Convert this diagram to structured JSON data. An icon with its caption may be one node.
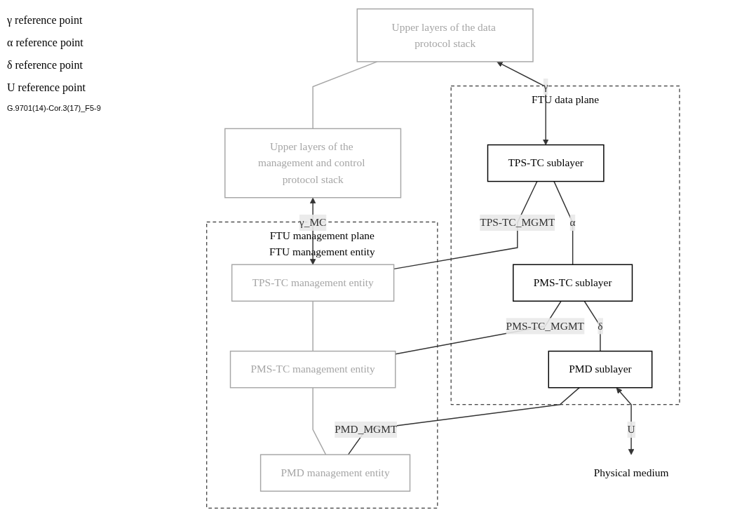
{
  "diagram": {
    "nodes": [
      {
        "text": [
          "Upper layers of the data protocol stack"
        ]
      },
      {
        "text": [
          "Upper layers of the management and control protocol stack"
        ]
      },
      {
        "text": [
          "FTU data plane"
        ]
      },
      {
        "text": [
          "TPS-TC sublayer"
        ],
        "in": 2
      },
      {
        "text": [
          "PMS-TC sublayer"
        ],
        "in": 2
      },
      {
        "text": [
          "PMD sublayer"
        ],
        "in": 2
      },
      {
        "text": [
          "FTU management plane",
          "FTU management entity"
        ]
      },
      {
        "text": [
          "TPS-TC management entity"
        ],
        "in": 6
      },
      {
        "text": [
          "PMS-TC management entity"
        ],
        "in": 6
      },
      {
        "text": [
          "PMD management entity"
        ],
        "in": 6
      },
      {
        "text": [
          "Physical medium"
        ]
      }
    ],
    "edges": [
      {
        "from": 0,
        "to": 1,
        "arrow": "none",
        "color": "#a6a6a6"
      },
      {
        "from": 0,
        "to": 3,
        "arrow": "both",
        "label": "γ"
      },
      {
        "from": 1,
        "to": 7,
        "arrow": "both",
        "label": "γ_MC"
      },
      {
        "from": 3,
        "to": 4,
        "arrow": "none",
        "label": "α"
      },
      {
        "from": 4,
        "to": 5,
        "arrow": "none",
        "label": "δ"
      },
      {
        "from": 5,
        "to": 10,
        "arrow": "both",
        "label": "U"
      },
      {
        "from": 3,
        "to": 7,
        "arrow": "none",
        "label": "TPS-TC_MGMT"
      },
      {
        "from": 4,
        "to": 8,
        "arrow": "none",
        "label": "PMS-TC_MGMT"
      },
      {
        "from": 5,
        "to": 9,
        "arrow": "none",
        "label": "PMD_MGMT"
      },
      {
        "from": 7,
        "to": 8,
        "arrow": "none",
        "color": "#a6a6a6"
      },
      {
        "from": 8,
        "to": 9,
        "arrow": "none",
        "color": "#a6a6a6"
      }
    ],
    "labels": [
      "γ reference point",
      "α reference point",
      "δ reference point",
      "U reference point",
      "G.9701(14)-Cor.3(17)_F5-9"
    ]
  }
}
